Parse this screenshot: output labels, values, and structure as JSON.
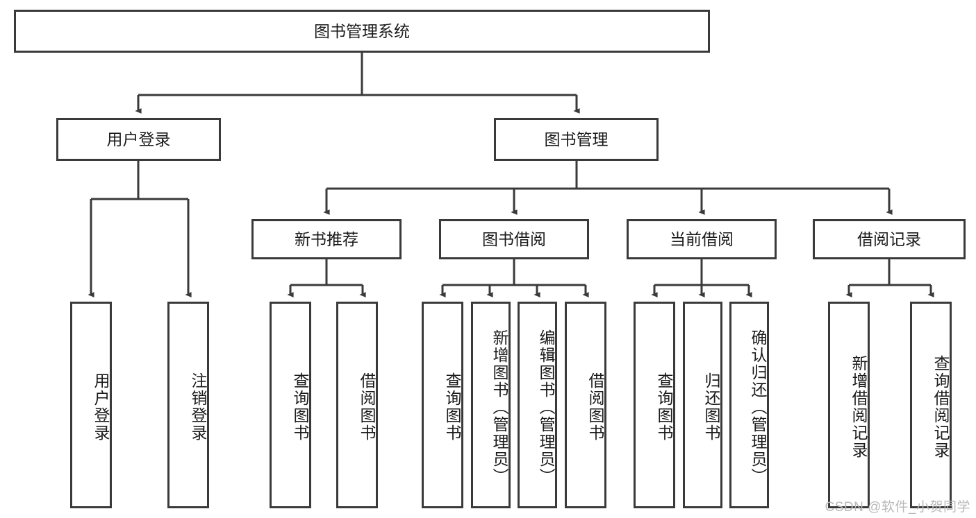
{
  "diagram": {
    "type": "tree-hierarchy-chart",
    "title": "图书管理系统",
    "stroke_color": "#3a3a3a",
    "text_color": "#1b1b1b",
    "background": "#ffffff",
    "root": {
      "id": "root",
      "label": "图书管理系统"
    },
    "level2": [
      {
        "id": "user-login",
        "label": "用户登录"
      },
      {
        "id": "book-manage",
        "label": "图书管理"
      }
    ],
    "level3": [
      {
        "id": "new-book-rec",
        "label": "新书推荐",
        "parent": "book-manage"
      },
      {
        "id": "book-borrow",
        "label": "图书借阅",
        "parent": "book-manage"
      },
      {
        "id": "current-borrow",
        "label": "当前借阅",
        "parent": "book-manage"
      },
      {
        "id": "borrow-record",
        "label": "借阅记录",
        "parent": "book-manage"
      }
    ],
    "leaves": {
      "user-login": [
        {
          "id": "leaf-user-login",
          "label": "用户登录"
        },
        {
          "id": "leaf-logout",
          "label": "注销登录"
        }
      ],
      "new-book-rec": [
        {
          "id": "leaf-query-book-1",
          "label": "查询图书"
        },
        {
          "id": "leaf-borrow-book-1",
          "label": "借阅图书"
        }
      ],
      "book-borrow": [
        {
          "id": "leaf-query-book-2",
          "label": "查询图书"
        },
        {
          "id": "leaf-add-book",
          "label": "新增图书（管理员）"
        },
        {
          "id": "leaf-edit-book",
          "label": "编辑图书（管理员）"
        },
        {
          "id": "leaf-borrow-book-2",
          "label": "借阅图书"
        }
      ],
      "current-borrow": [
        {
          "id": "leaf-query-book-3",
          "label": "查询图书"
        },
        {
          "id": "leaf-return-book",
          "label": "归还图书"
        },
        {
          "id": "leaf-confirm-return",
          "label": "确认归还（管理员）"
        }
      ],
      "borrow-record": [
        {
          "id": "leaf-add-record",
          "label": "新增借阅记录"
        },
        {
          "id": "leaf-query-record",
          "label": "查询借阅记录"
        }
      ]
    }
  },
  "watermark": {
    "text": "CSDN @软件_小贺同学"
  }
}
